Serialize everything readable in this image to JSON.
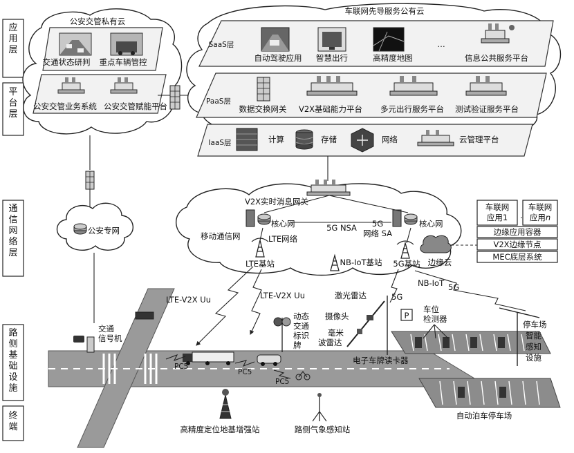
{
  "layers": [
    "应用层",
    "平台层",
    "通信网络层",
    "路侧基础设施",
    "终端"
  ],
  "private_cloud": {
    "title": "公安交管私有云",
    "apps": [
      "交通状态研判",
      "重点车辆管控"
    ],
    "platforms": [
      "公安交管业务系统",
      "公安交管赋能平台"
    ]
  },
  "public_cloud": {
    "title": "车联网先导服务公有云",
    "saas_label": "SaaS层",
    "saas_items": [
      "自动驾驶应用",
      "智慧出行",
      "高精度地图",
      "…",
      "信息公共服务平台"
    ],
    "paas_label": "PaaS层",
    "paas_items": [
      "数据交换网关",
      "V2X基础能力平台",
      "多元出行服务平台",
      "测试验证服务平台"
    ],
    "iaas_label": "IaaS层",
    "iaas_items": [
      "计算",
      "存储",
      "网络",
      "云管理平台"
    ]
  },
  "network": {
    "police_net": "公安专网",
    "gateway": "V2X实时消息网关",
    "mobile_net": "移动通信网",
    "core_net_left": "核心网",
    "core_net_right": "核心网",
    "lte_net": "LTE网络",
    "nsa": "5G NSA",
    "sa_line1": "5G",
    "sa_line2": "网络 SA",
    "lte_station": "LTE基站",
    "nbiot_station": "NB-IoT基站",
    "g5_station": "5G基站",
    "edge_cloud": "边缘云"
  },
  "edge": {
    "app1_line1": "车联网",
    "app1_line2": "应用1",
    "dots": "…",
    "appn_line1": "车联网",
    "appn_line2": "应用",
    "appn_italic": "n",
    "rows": [
      "边缘应用容器",
      "V2X边缘节点",
      "MEC底层系统"
    ]
  },
  "links": {
    "lte_v2x_1": "LTE-V2X Uu",
    "lte_v2x_2": "LTE-V2X Uu",
    "nbiot": "NB-IoT",
    "g5_a": "5G",
    "g5_b": "5G",
    "pc5_a": "PC5",
    "pc5_b": "PC5",
    "pc5_c": "PC5"
  },
  "roadside": {
    "signal": [
      "交通",
      "信号机"
    ],
    "dynamic_sign": [
      "动态",
      "交通",
      "标识",
      "牌"
    ],
    "lidar": "激光雷达",
    "camera": "摄像头",
    "mmwave": [
      "毫米",
      "波雷达"
    ],
    "etc_reader": "电子车牌读卡器",
    "parking_p": "P",
    "space_detector": [
      "车位",
      "检测器"
    ],
    "parking_facility": [
      "停车场",
      "智能",
      "感知",
      "设施"
    ],
    "auto_parking": "自动泊车停车场"
  },
  "terminals": {
    "gnss": "高精度定位地基增强站",
    "weather": "路侧气象感知站"
  }
}
